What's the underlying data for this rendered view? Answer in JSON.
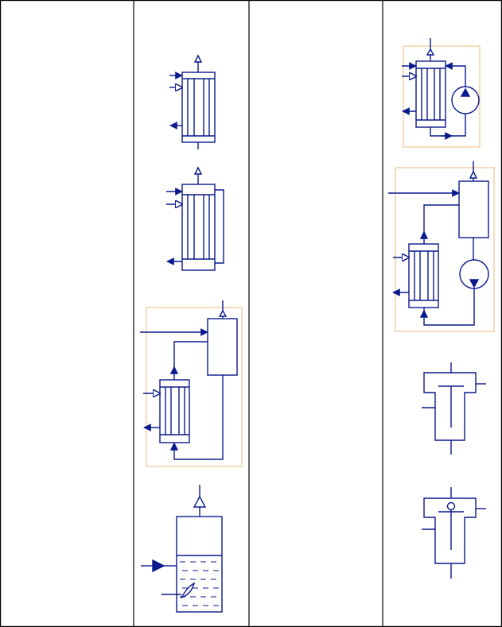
{
  "table": {
    "columns": 4,
    "rows": 1,
    "border_color": "#000000"
  },
  "colors": {
    "symbol_stroke": "#0a1a8c",
    "arrow_fill": "#0a1a8c",
    "group_frame": "#e8b87a",
    "background": "#ffffff"
  },
  "symbols": {
    "column_2": [
      "shell-and-tube-heat-exchanger",
      "shell-and-tube-heat-exchanger-with-bypass",
      "heat-exchanger-with-separator-group",
      "tank-with-coil"
    ],
    "column_4": [
      "heat-exchanger-with-pump-group",
      "separator-exchanger-pump-group",
      "t-type-vessel",
      "t-type-vessel-with-float"
    ]
  }
}
